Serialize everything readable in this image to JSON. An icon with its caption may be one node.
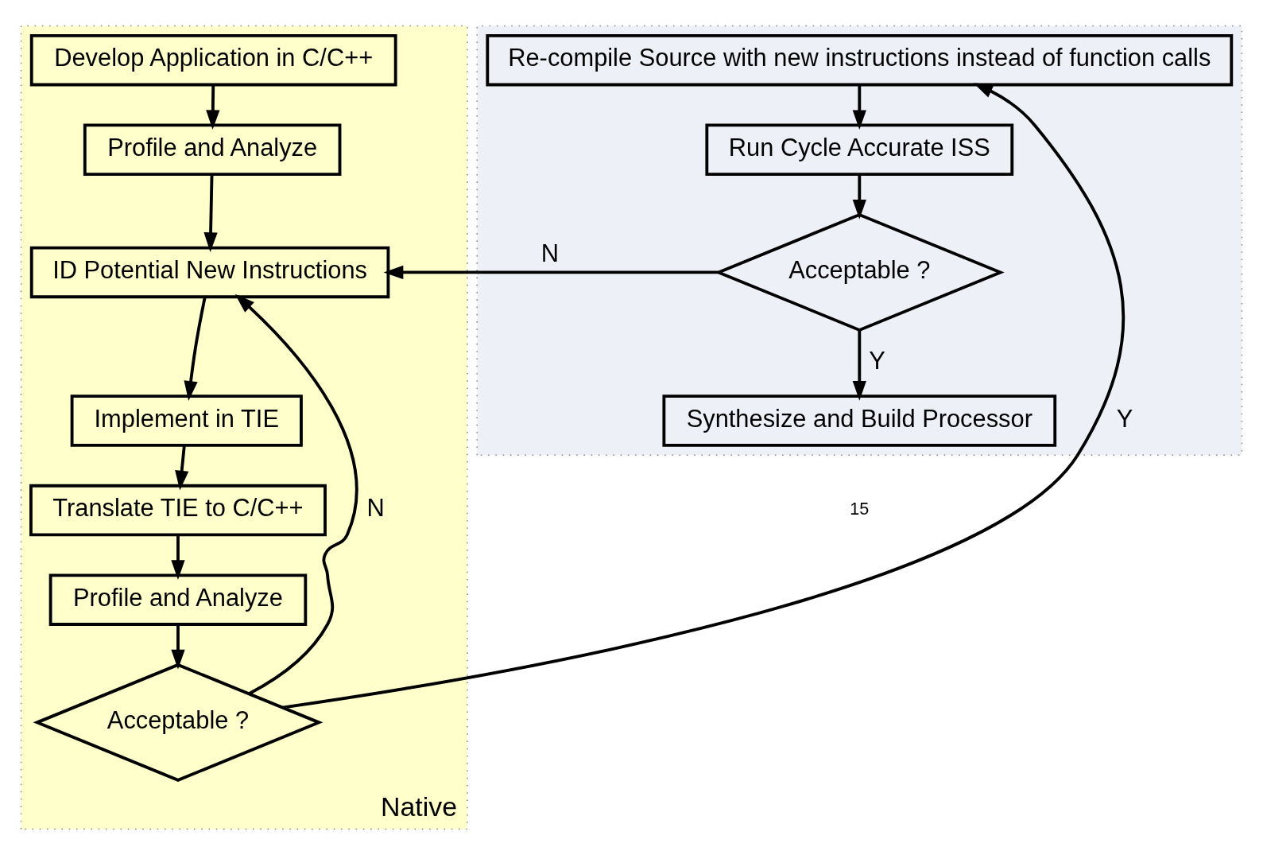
{
  "diagram": {
    "nodes": [
      {
        "text": [
          "Native"
        ]
      },
      {
        "text": [
          "Develop Application in C/C++"
        ],
        "in": 0
      },
      {
        "text": [
          "Profile and Analyze"
        ],
        "in": 0
      },
      {
        "text": [
          "ID Potential New Instructions"
        ],
        "in": 0
      },
      {
        "text": [
          "Implement in TIE"
        ],
        "in": 0
      },
      {
        "text": [
          "Translate TIE to C/C++"
        ],
        "in": 0
      },
      {
        "text": [
          "Profile and Analyze"
        ],
        "in": 0
      },
      {
        "text": [
          "Acceptable ?"
        ],
        "in": 0
      },
      {
        "text": [],
        "shape": "box"
      },
      {
        "text": [
          "Re-compile Source with new instructions instead of function calls"
        ],
        "in": 8
      },
      {
        "text": [
          "Run Cycle Accurate ISS"
        ],
        "in": 8
      },
      {
        "text": [
          "Acceptable ?"
        ],
        "in": 8
      },
      {
        "text": [
          "Synthesize and Build Processor"
        ],
        "in": 8
      }
    ],
    "edges": [
      {
        "from": 1,
        "to": 2,
        "arrow": "to"
      },
      {
        "from": 2,
        "to": 3,
        "arrow": "to"
      },
      {
        "from": 3,
        "to": 4,
        "arrow": "to"
      },
      {
        "from": 4,
        "to": 5,
        "arrow": "to"
      },
      {
        "from": 5,
        "to": 6,
        "arrow": "to"
      },
      {
        "from": 6,
        "to": 7,
        "arrow": "to"
      },
      {
        "from": 7,
        "to": 3,
        "arrow": "to",
        "label": "N"
      },
      {
        "from": 7,
        "to": 9,
        "arrow": "to",
        "label": "Y"
      },
      {
        "from": 9,
        "to": 10,
        "arrow": "to"
      },
      {
        "from": 10,
        "to": 11,
        "arrow": "to"
      },
      {
        "from": 11,
        "to": 3,
        "arrow": "to",
        "label": "N"
      },
      {
        "from": 11,
        "to": 12,
        "arrow": "to",
        "label": "Y"
      }
    ],
    "labels": [
      "15"
    ]
  }
}
